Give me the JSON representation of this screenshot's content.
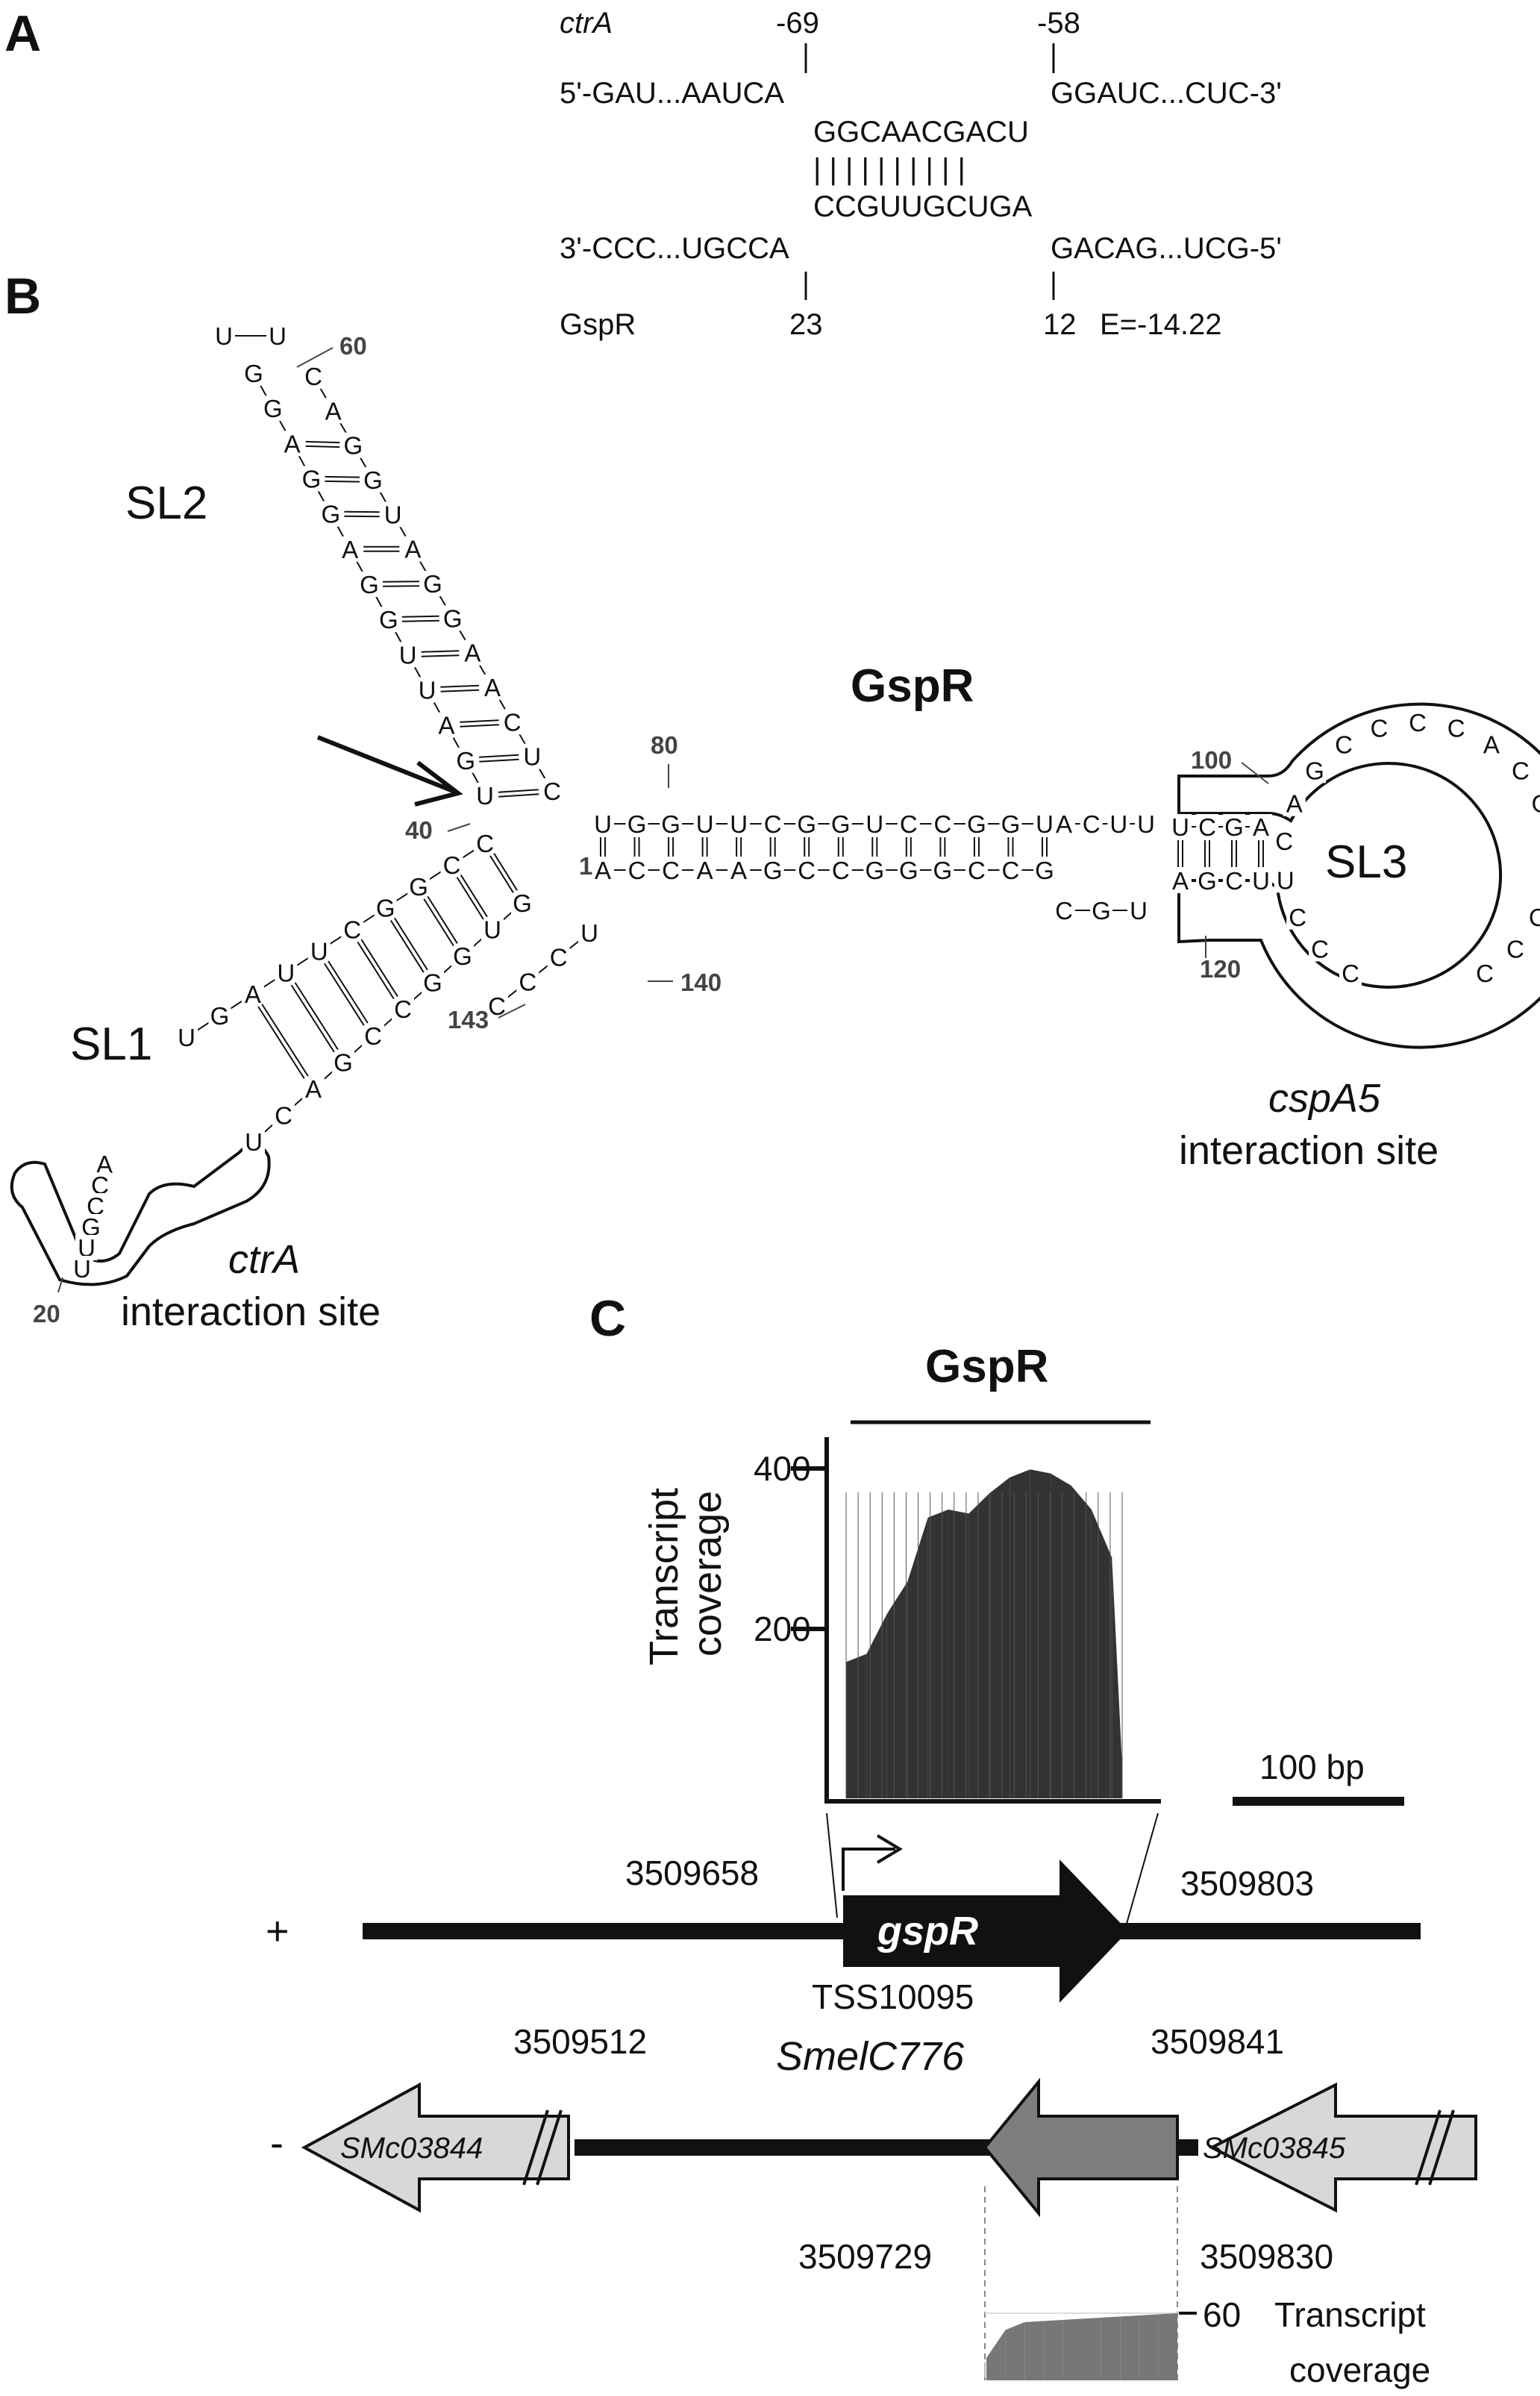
{
  "panels": {
    "a": "A",
    "b": "B",
    "c": "C"
  },
  "panel_a": {
    "mrna_name": "ctrA",
    "pos_left": "-69",
    "pos_right": "-58",
    "mrna_left": "5'-GAU...AAUCA",
    "mrna_right": "GGAUC...CUC-3'",
    "mrna_core": "GGCAACGACU",
    "pairs": "| | | | | | | | | |",
    "srna_core": "CCGUUGCUGA",
    "srna_left": "3'-CCC...UGCCA",
    "srna_right": "GACAG...UCG-5'",
    "srna_name": "GspR",
    "pos_23": "23",
    "pos_12": "12",
    "energy": "E=-14.22"
  },
  "panel_b": {
    "title": "GspR",
    "sl1": "SL1",
    "sl2": "SL2",
    "sl3": "SL3",
    "n1": "1",
    "n20": "20",
    "n40": "40",
    "n60": "60",
    "n80": "80",
    "n100": "100",
    "n120": "120",
    "n140": "140",
    "n143": "143",
    "ctra_site_gene": "ctrA",
    "ctra_site_text": "interaction site",
    "cspa5_site_gene": "cspA5",
    "cspa5_site_text": "interaction site",
    "seq_5prime": "ACCAAGCCGGGCCGU",
    "seq_3prime": "UGGUUCGGUCCGGUA",
    "seq_loop1": "ACUU",
    "seq_loop2": "CGU",
    "seq_stem3_top": "UCGA",
    "seq_stem3_bot": "AGCU",
    "seq_sl3_loop": "CCCUCAGCCCCACGAGCCC",
    "seq_tail": "UCCC",
    "seq_sl1_5prime": "CCGGCUUAGU",
    "seq_sl1_3prime": "GUGGCCGACU",
    "seq_sl1_loop": "ACCGUU",
    "seq_sl2_up": "UGAUUGGAGGAGG",
    "seq_sl2_loop": "UU",
    "seq_sl2_down": "CUCAAGGAUGGAC"
  },
  "panel_c": {
    "title": "GspR",
    "ylabel": "Transcript",
    "ylabel2": "coverage",
    "ytick_400": "400",
    "ytick_200": "200",
    "scale": "100 bp",
    "plus": "+",
    "minus": "-",
    "c_3509658": "3509658",
    "c_3509803": "3509803",
    "gene_gspr": "gspR",
    "tss": "TSS10095",
    "c_3509512": "3509512",
    "c_3509841": "3509841",
    "gene_smelc776": "SmelC776",
    "gene_smc03844": "SMc03844",
    "gene_smc03845": "SMc03845",
    "c_3509729": "3509729",
    "c_3509830": "3509830",
    "tick_60": "60",
    "cov2_l1": "Transcript",
    "cov2_l2": "coverage"
  },
  "chart_data": [
    {
      "type": "area",
      "ylabel": "Transcript coverage",
      "yticks": [
        200,
        400
      ],
      "ylim": [
        0,
        440
      ],
      "x": [
        0,
        10,
        20,
        30,
        40,
        50,
        60,
        70,
        80,
        90,
        100,
        110,
        120,
        130,
        135
      ],
      "values": [
        170,
        180,
        230,
        270,
        350,
        360,
        355,
        380,
        400,
        410,
        405,
        390,
        360,
        300,
        40
      ]
    },
    {
      "type": "area",
      "yticks": [
        60
      ],
      "ylim": [
        0,
        70
      ],
      "x": [
        0,
        10,
        20,
        30,
        40,
        50,
        60,
        70,
        80,
        90,
        100
      ],
      "values": [
        20,
        45,
        52,
        53,
        54,
        55,
        56,
        57,
        58,
        59,
        60
      ]
    }
  ],
  "colors": {
    "ink": "#111111",
    "gene_gray": "#7d7d7d",
    "light_gene": "#d8d8d8",
    "coverage": "#333333",
    "coverage2": "#777777"
  }
}
